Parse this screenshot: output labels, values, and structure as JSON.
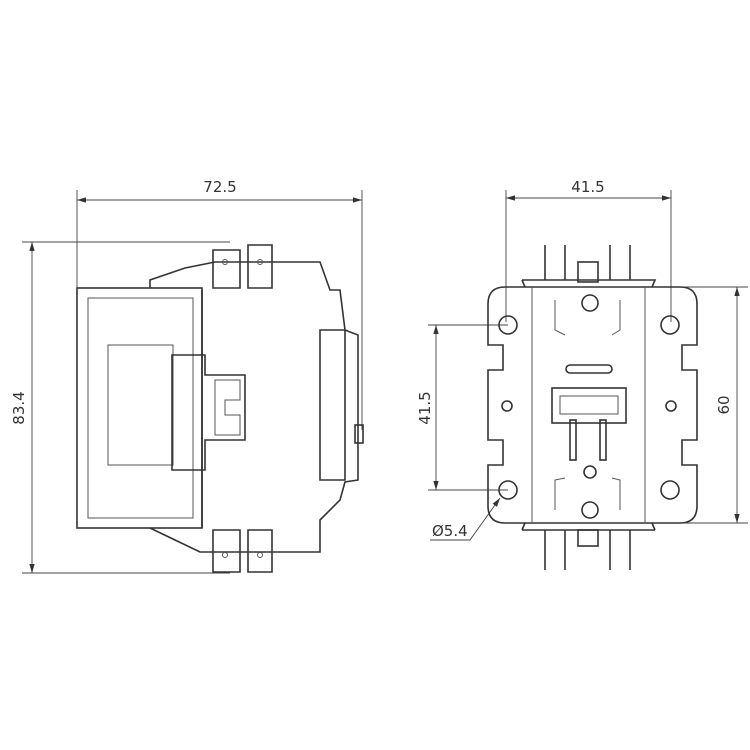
{
  "side_view": {
    "width_dim": "72.5",
    "height_dim": "83.4"
  },
  "front_view": {
    "hole_spacing_horizontal": "41.5",
    "hole_spacing_vertical": "41.5",
    "plate_height": "60",
    "hole_diameter": "Ø5.4"
  }
}
